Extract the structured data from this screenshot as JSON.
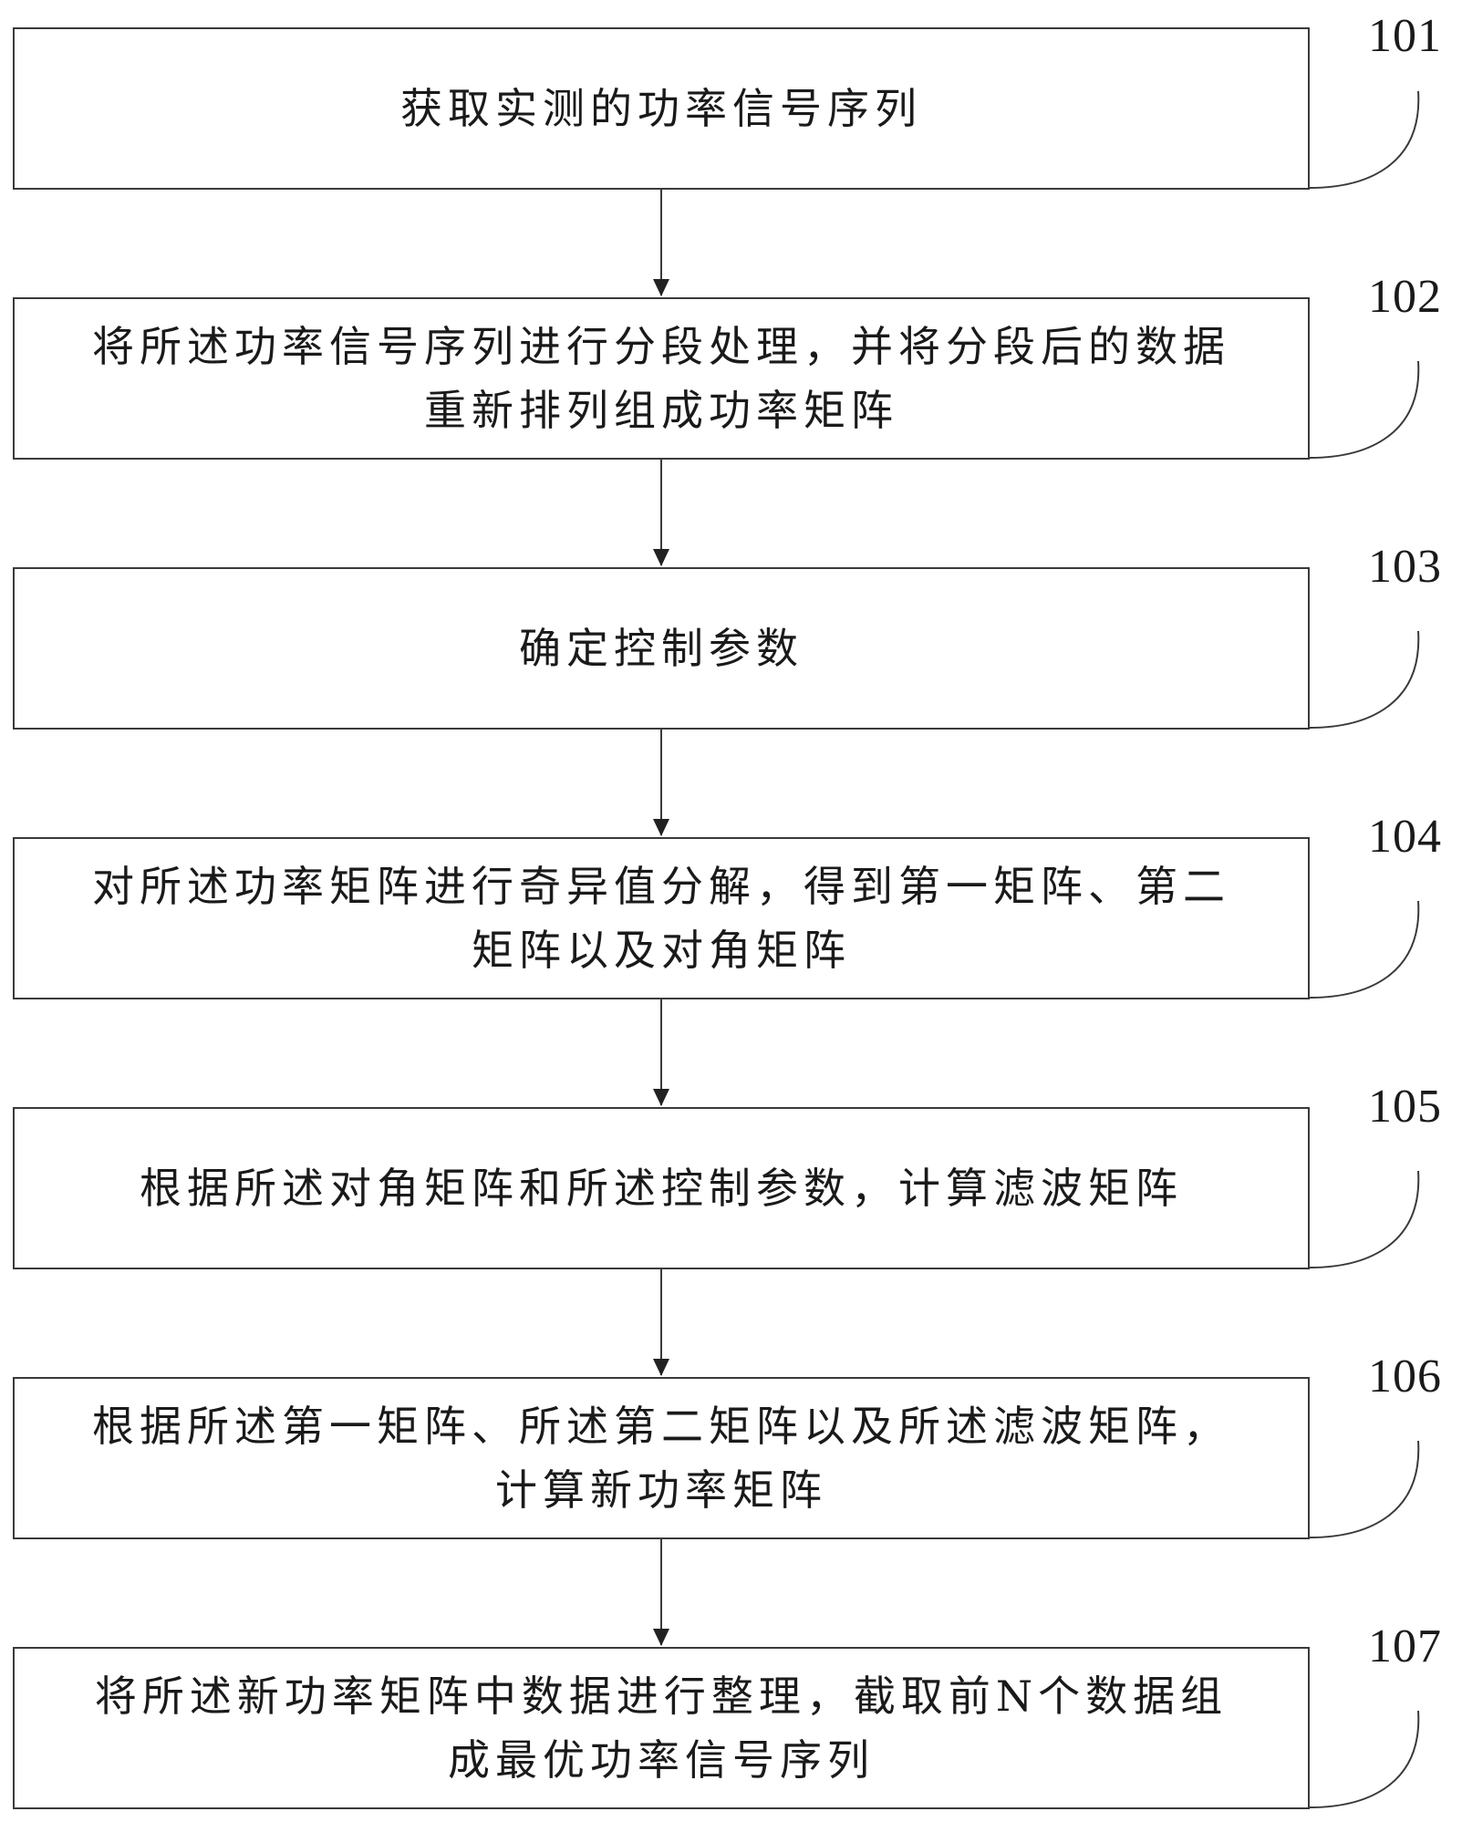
{
  "flowchart": {
    "steps": [
      {
        "number": "101",
        "lines": [
          "获取实测的功率信号序列"
        ]
      },
      {
        "number": "102",
        "lines": [
          "将所述功率信号序列进行分段处理，并将分段后的数据",
          "重新排列组成功率矩阵"
        ]
      },
      {
        "number": "103",
        "lines": [
          "确定控制参数"
        ]
      },
      {
        "number": "104",
        "lines": [
          "对所述功率矩阵进行奇异值分解，得到第一矩阵、第二",
          "矩阵以及对角矩阵"
        ]
      },
      {
        "number": "105",
        "lines": [
          "根据所述对角矩阵和所述控制参数，计算滤波矩阵"
        ]
      },
      {
        "number": "106",
        "lines": [
          "根据所述第一矩阵、所述第二矩阵以及所述滤波矩阵，",
          "计算新功率矩阵"
        ]
      },
      {
        "number": "107",
        "lines": [
          "将所述新功率矩阵中数据进行整理，截取前N个数据组",
          "成最优功率信号序列"
        ]
      }
    ]
  },
  "colors": {
    "line": "#3a3a3a",
    "text": "#1a1a1a",
    "background": "#ffffff"
  }
}
